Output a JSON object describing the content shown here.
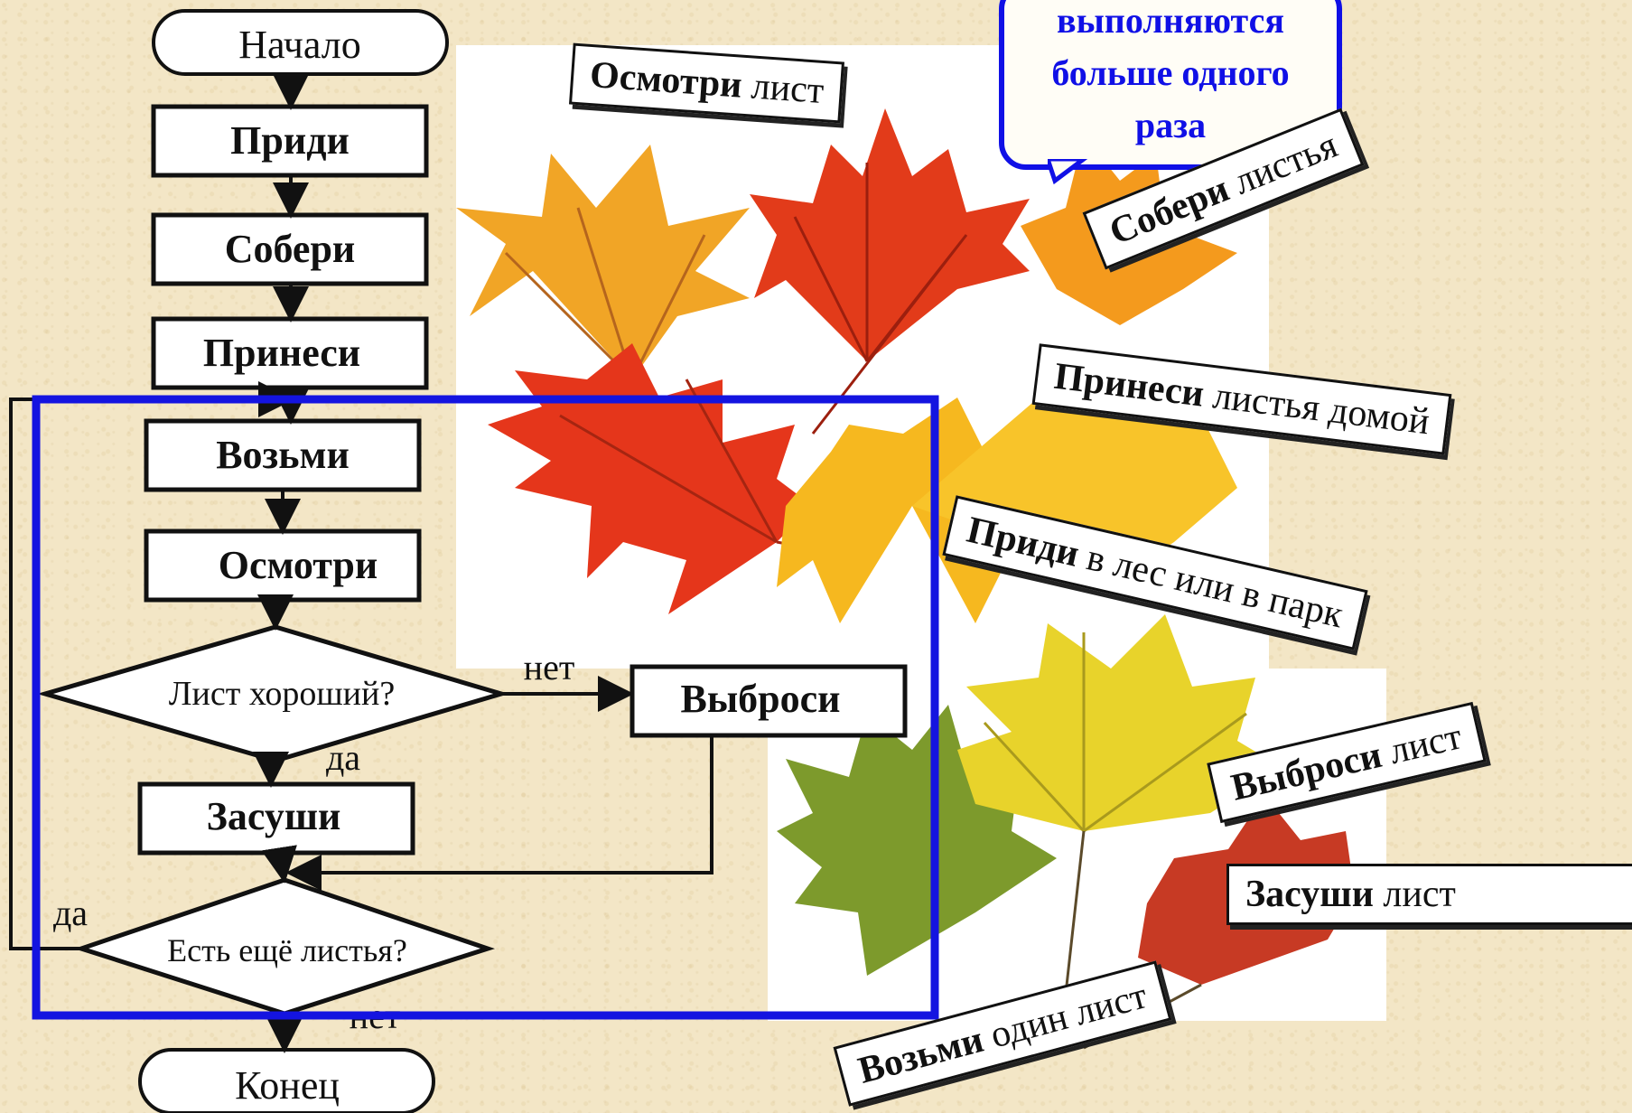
{
  "flowchart": {
    "start": "Начало",
    "steps": [
      "Приди",
      "Собери",
      "Принеси",
      "Возьми",
      "Осмотри"
    ],
    "decision_leaf": "Лист хороший?",
    "no_label": "нет",
    "yes_label": "да",
    "discard": "Выброси",
    "dry": "Засуши",
    "decision_more": "Есть ещё листья?",
    "loop_yes_label": "да",
    "end_no_label": "нет",
    "end": "Конец"
  },
  "callout": {
    "text_lines": [
      "выполняются",
      "больше одного",
      "раза"
    ]
  },
  "cards": [
    {
      "bold": "Осмотри",
      "rest": " лист"
    },
    {
      "bold": "Собери",
      "rest": " листья"
    },
    {
      "bold": "Принеси",
      "rest": " листья домой"
    },
    {
      "bold": "Приди",
      "rest": " в лес или в парк"
    },
    {
      "bold": "Выброси",
      "rest": " лист"
    },
    {
      "bold": "Засуши",
      "rest": "  лист"
    },
    {
      "bold": "Возьми",
      "rest": " один лист"
    }
  ],
  "colors": {
    "loop_frame": "#1414e0",
    "callout": "#1010e6",
    "leaf_red": "#e2321a",
    "leaf_orange": "#f29a1c",
    "leaf_yellow": "#f5c51f",
    "leaf_green": "#7a9a2a"
  }
}
